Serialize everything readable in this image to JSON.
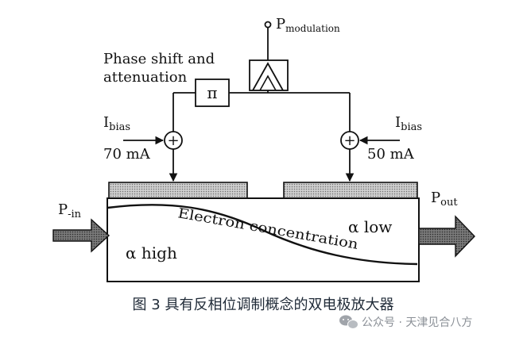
{
  "diagram": {
    "labels": {
      "p_modulation_main": "P",
      "p_modulation_sub": "modulation",
      "phase_shift_line1": "Phase shift and",
      "phase_shift_line2": "attenuation",
      "pi_symbol": "π",
      "ibias_left_main": "I",
      "ibias_left_sub": "bias",
      "current_left": "70 mA",
      "ibias_right_main": "I",
      "ibias_right_sub": "bias",
      "current_right": "50 mA",
      "p_in_main": "P",
      "p_in_sub": "-in",
      "p_out_main": "P",
      "p_out_sub": "out",
      "alpha_high": "α high",
      "alpha_low": "α low",
      "electron_concentration": "Electron concentration",
      "plus_symbol_left": "+",
      "plus_symbol_right": "+"
    },
    "caption": "图 3 具有反相位调制概念的双电极放大器",
    "watermark": "公众号 · 天津见合八方",
    "colors": {
      "ink": "#111111",
      "electrode_fill": "#bdbdbd",
      "arrow_fill": "#6b6b6b",
      "caption": "#1f2a37",
      "watermark": "#8a8f96"
    },
    "icons": {
      "source_terminal": "open-circle-terminal",
      "modulator_symbol": "chevron-up-box",
      "summing_junction": "circle-plus-icon",
      "watermark_logo": "wechat-icon"
    }
  }
}
